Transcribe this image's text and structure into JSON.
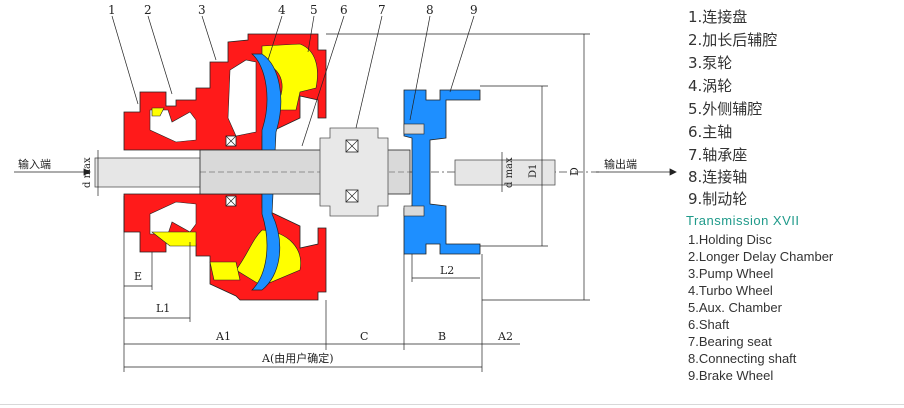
{
  "diagram": {
    "part_numbers": [
      "1",
      "2",
      "3",
      "4",
      "5",
      "6",
      "7",
      "8",
      "9"
    ],
    "dimensions": {
      "dmax_left": "d max",
      "dmax_right": "d max",
      "D1": "D1",
      "D": "D",
      "E": "E",
      "L1": "L1",
      "L2": "L2",
      "A1": "A1",
      "C": "C",
      "B": "B",
      "A2": "A2",
      "A": "A(由用户确定)"
    },
    "input_label": "输入端",
    "output_label": "输出端"
  },
  "legend": {
    "chinese": [
      "1.连接盘",
      "2.加长后辅腔",
      "3.泵轮",
      "4.涡轮",
      "5.外侧辅腔",
      "6.主轴",
      "7.轴承座",
      "8.连接轴",
      "9.制动轮"
    ],
    "english_title": "Transmission XVII",
    "english": [
      "1.Holding Disc",
      "2.Longer Delay Chamber",
      "3.Pump Wheel",
      "4.Turbo Wheel",
      "5.Aux. Chamber",
      "6.Shaft",
      "7.Bearing seat",
      "8.Connecting shaft",
      "9.Brake Wheel"
    ]
  },
  "colors": {
    "housing_red": "#ff1a1a",
    "oil_yellow": "#ffff00",
    "brake_blue": "#1e8fff",
    "shaft_gray": "#d9d9d9",
    "title_teal": "#1f9a8a"
  }
}
